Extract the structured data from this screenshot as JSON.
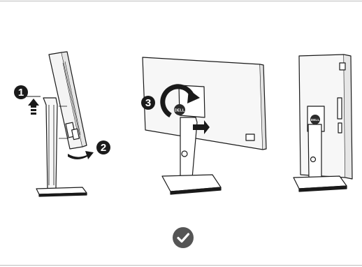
{
  "steps": [
    {
      "number": "1"
    },
    {
      "number": "2"
    },
    {
      "number": "3"
    }
  ],
  "icons": {
    "step_marker": "filled-circle-number",
    "confirm": "check-circle-icon",
    "up_arrow": "arrow-up-icon",
    "push_arrow": "arrow-right-icon",
    "rotate_arrow": "rotate-arrow-icon"
  },
  "colors": {
    "line": "#1a1a1a",
    "marker": "#1a1a1a",
    "check_bg": "#555555",
    "rule": "#bdbdbd",
    "logo_bg": "#2b2b2b"
  },
  "logo": "DELL"
}
